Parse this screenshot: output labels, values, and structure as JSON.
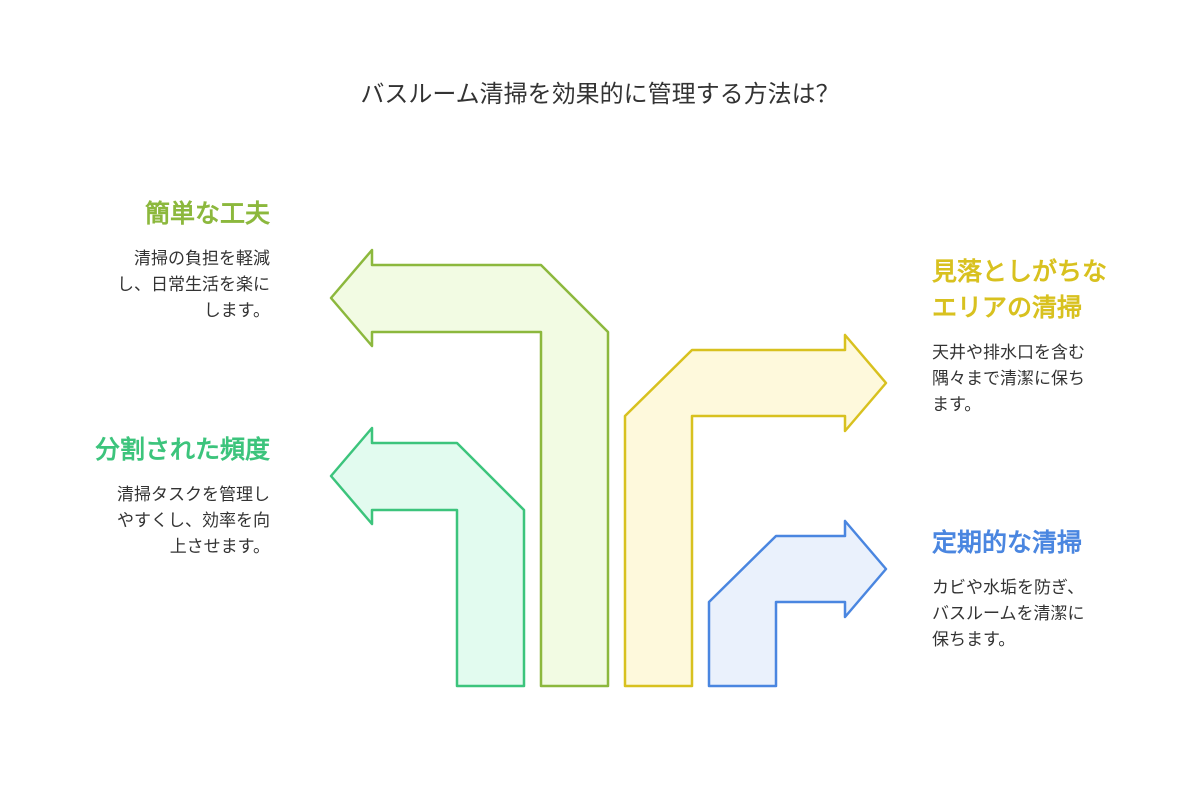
{
  "title": "バスルーム清掃を効果的に管理する方法は？",
  "items": [
    {
      "heading_lines": [
        "簡単な工夫"
      ],
      "desc_lines": [
        "清掃の負担を軽減",
        "し、日常生活を楽に",
        "します。"
      ],
      "color": "#8CB83D",
      "fill": "#F2FBE3"
    },
    {
      "heading_lines": [
        "分割された頻度"
      ],
      "desc_lines": [
        "清掃タスクを管理し",
        "やすくし、効率を向",
        "上させます。"
      ],
      "color": "#3CC47C",
      "fill": "#E2FBEF"
    },
    {
      "heading_lines": [
        "見落としがちな",
        "エリアの清掃"
      ],
      "desc_lines": [
        "天井や排水口を含む",
        "隅々まで清潔に保ち",
        "ます。"
      ],
      "color": "#D8C11F",
      "fill": "#FEF9DC"
    },
    {
      "heading_lines": [
        "定期的な清掃"
      ],
      "desc_lines": [
        "カビや水垢を防ぎ、",
        "バスルームを清潔に",
        "保ちます。"
      ],
      "color": "#4A86E0",
      "fill": "#EAF1FC"
    }
  ]
}
